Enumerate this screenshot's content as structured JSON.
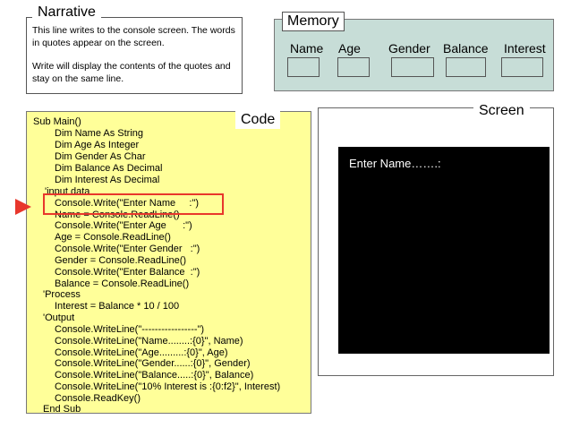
{
  "narrative": {
    "title": "Narrative",
    "lines": [
      "This line writes to the console screen. The words in quotes appear on the screen.",
      "Write will display the contents of the quotes and stay on the same line."
    ]
  },
  "memory": {
    "title": "Memory",
    "labels": [
      "Name",
      "Age",
      "Gender",
      "Balance",
      "Interest"
    ]
  },
  "code": {
    "title": "Code",
    "lines": [
      "Sub Main()",
      "Dim Name As String",
      "Dim Age As Integer",
      "Dim Gender As Char",
      "Dim Balance As Decimal",
      "Dim Interest As Decimal",
      "'input data",
      "Console.Write(\"Enter Name     :\")",
      "Name = Console.ReadLine()",
      "Console.Write(\"Enter Age      :\")",
      "Age = Console.ReadLine()",
      "Console.Write(\"Enter Gender   :\")",
      "Gender = Console.ReadLine()",
      "Console.Write(\"Enter Balance  :\")",
      "Balance = Console.ReadLine()",
      "'Process",
      "Interest = Balance * 10 / 100",
      "'Output",
      "Console.WriteLine(\"-----------------\")",
      "Console.WriteLine(\"Name........:{0}\", Name)",
      "Console.WriteLine(\"Age.........:{0}\", Age)",
      "Console.WriteLine(\"Gender......:{0}\", Gender)",
      "Console.WriteLine(\"Balance.....:{0}\", Balance)",
      "Console.WriteLine(\"10% Interest is :{0:f2}\", Interest)",
      "Console.ReadKey()",
      "End Sub"
    ]
  },
  "screen": {
    "title": "Screen",
    "output": "Enter Name…….:"
  },
  "colors": {
    "memory_bg": "#c7ddd7",
    "code_bg": "#ffff99",
    "highlight": "#e8372c",
    "screen_bg": "#000000"
  },
  "icons": {
    "pointer": "red-triangle-pointer-icon"
  }
}
